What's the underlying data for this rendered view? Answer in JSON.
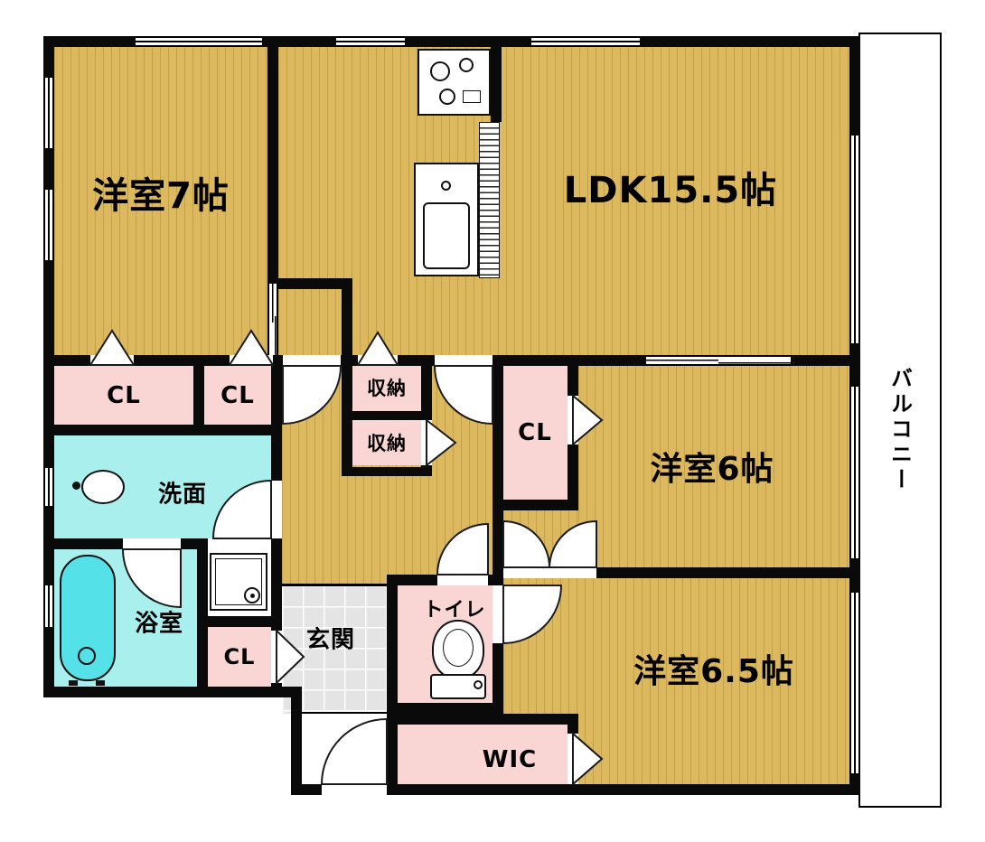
{
  "floorplan": {
    "rooms": {
      "western7": {
        "label": "洋室7帖"
      },
      "ldk": {
        "label": "LDK15.5帖"
      },
      "western6": {
        "label": "洋室6帖"
      },
      "western65": {
        "label": "洋室6.5帖"
      },
      "cl_a": {
        "label": "CL"
      },
      "cl_b": {
        "label": "CL"
      },
      "cl_c": {
        "label": "CL"
      },
      "cl_d": {
        "label": "CL"
      },
      "storage_a": {
        "label": "収納"
      },
      "storage_b": {
        "label": "収納"
      },
      "washroom": {
        "label": "洗面"
      },
      "bathroom": {
        "label": "浴室"
      },
      "entrance": {
        "label": "玄関"
      },
      "toilet": {
        "label": "トイレ"
      },
      "wic": {
        "label": "WIC"
      },
      "balcony": {
        "label": "バルコニー"
      }
    },
    "colors": {
      "floor": "#dcb95e",
      "floor_stripe": "#c2a04a",
      "closet_pink": "#f9d6d4",
      "wet_cyan": "#a9efed",
      "bathtub_cyan": "#55e1e8",
      "entry_gray": "#e4e4e4",
      "wall_black": "#0a0a0a"
    }
  }
}
